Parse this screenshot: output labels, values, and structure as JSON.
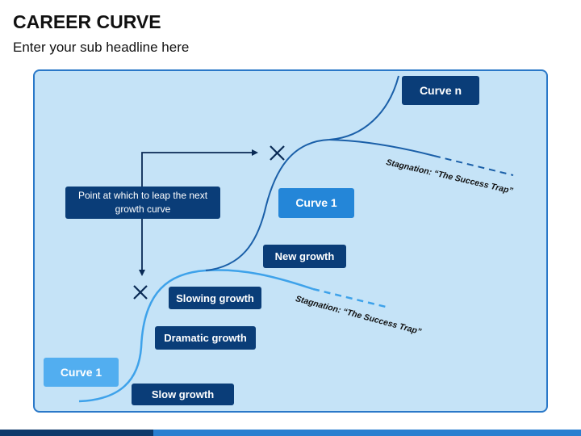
{
  "header": {
    "title": "CAREER CURVE",
    "subtitle": "Enter your sub headline here"
  },
  "labels": {
    "curve_n": "Curve n",
    "curve_1_upper": "Curve 1",
    "curve_1_lower": "Curve 1",
    "leap_note": "Point at which to leap the next growth curve",
    "new_growth": "New growth",
    "slowing_growth": "Slowing growth",
    "dramatic_growth": "Dramatic growth",
    "slow_growth": "Slow growth",
    "stagnation_upper": "Stagnation: “The Success Trap”",
    "stagnation_lower": "Stagnation: “The Success Trap”"
  },
  "colors": {
    "panel_fill": "#c5e3f7",
    "panel_border": "#2a78c8",
    "dark_box": "#0a3d78",
    "bright_box": "#2486d8",
    "light_box": "#52aef0",
    "curve_upper": "#1a5fa8",
    "curve_lower": "#3ea2ea"
  },
  "icons": {
    "leap_marker_upper": "cross-icon",
    "leap_marker_lower": "cross-icon",
    "leap_arrow": "elbow-arrow-icon"
  }
}
